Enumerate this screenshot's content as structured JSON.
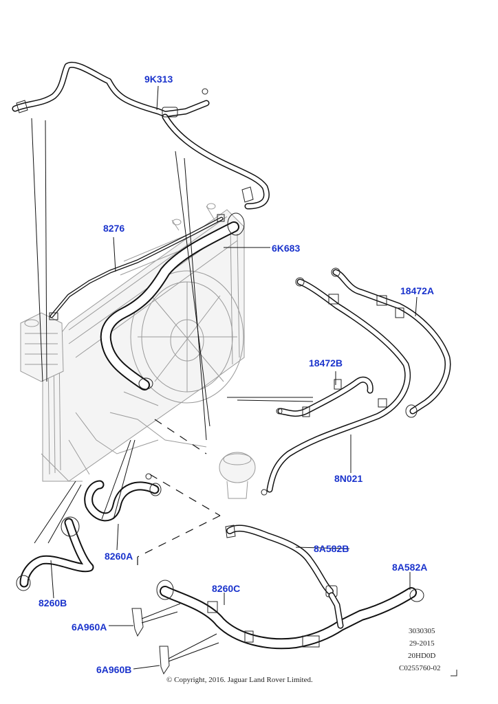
{
  "parts": {
    "p9K313": "9K313",
    "p8276": "8276",
    "p6K683": "6K683",
    "p18472A": "18472A",
    "p18472B": "18472B",
    "p8N021": "8N021",
    "p8260A": "8260A",
    "p8260B": "8260B",
    "p8A582B": "8A582B",
    "p8A582A": "8A582A",
    "p8260C": "8260C",
    "p6A960A": "6A960A",
    "p6A960B": "6A960B"
  },
  "meta": {
    "line1": "3030305",
    "line2": "29-2015",
    "line3": "20HD0D",
    "line4": "C0255760-02"
  },
  "copyright": "© Copyright, 2016. Jaguar Land Rover Limited."
}
